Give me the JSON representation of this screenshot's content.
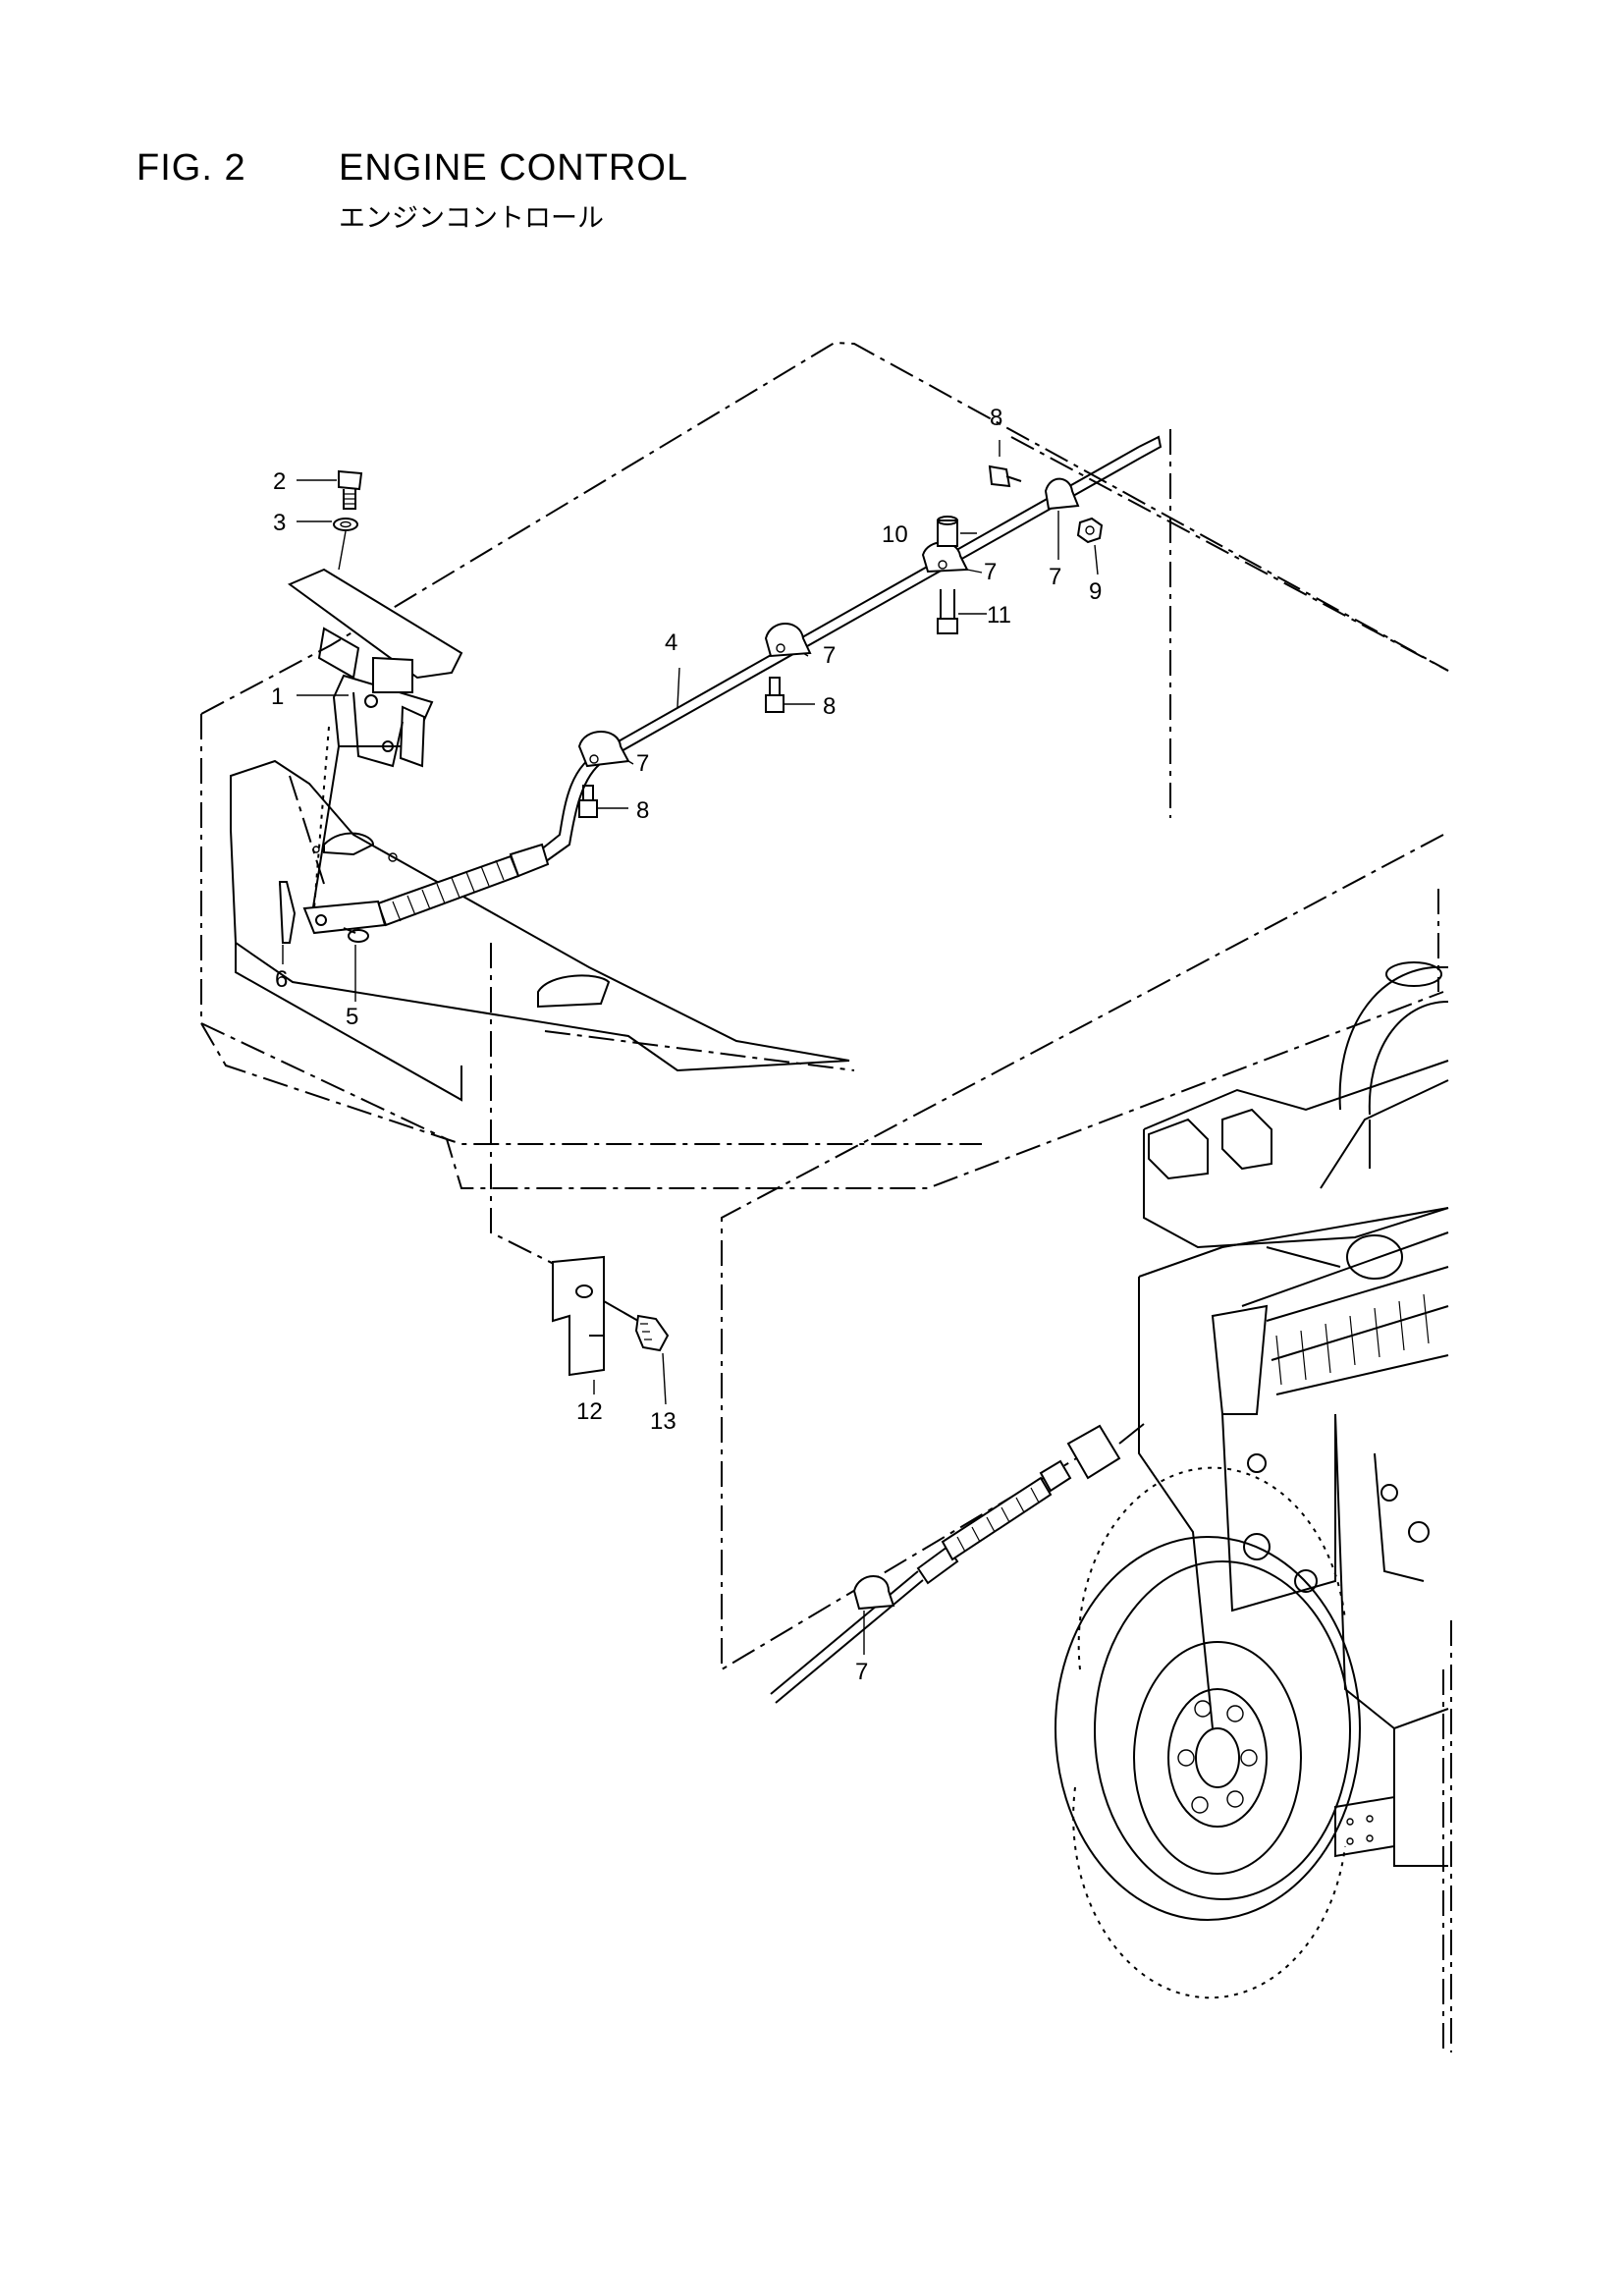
{
  "figure": {
    "number": "FIG. 2",
    "title": "ENGINE CONTROL",
    "subtitle": "エンジンコントロール"
  },
  "callouts": {
    "c1": "1",
    "c2": "2",
    "c3": "3",
    "c4": "4",
    "c5": "5",
    "c6": "6",
    "c7a": "7",
    "c7b": "7",
    "c7c": "7",
    "c7d": "7",
    "c7e": "7",
    "c8a": "8",
    "c8b": "8",
    "c8c": "8",
    "c9": "9",
    "c10": "10",
    "c11": "11",
    "c12": "12",
    "c13": "13"
  }
}
